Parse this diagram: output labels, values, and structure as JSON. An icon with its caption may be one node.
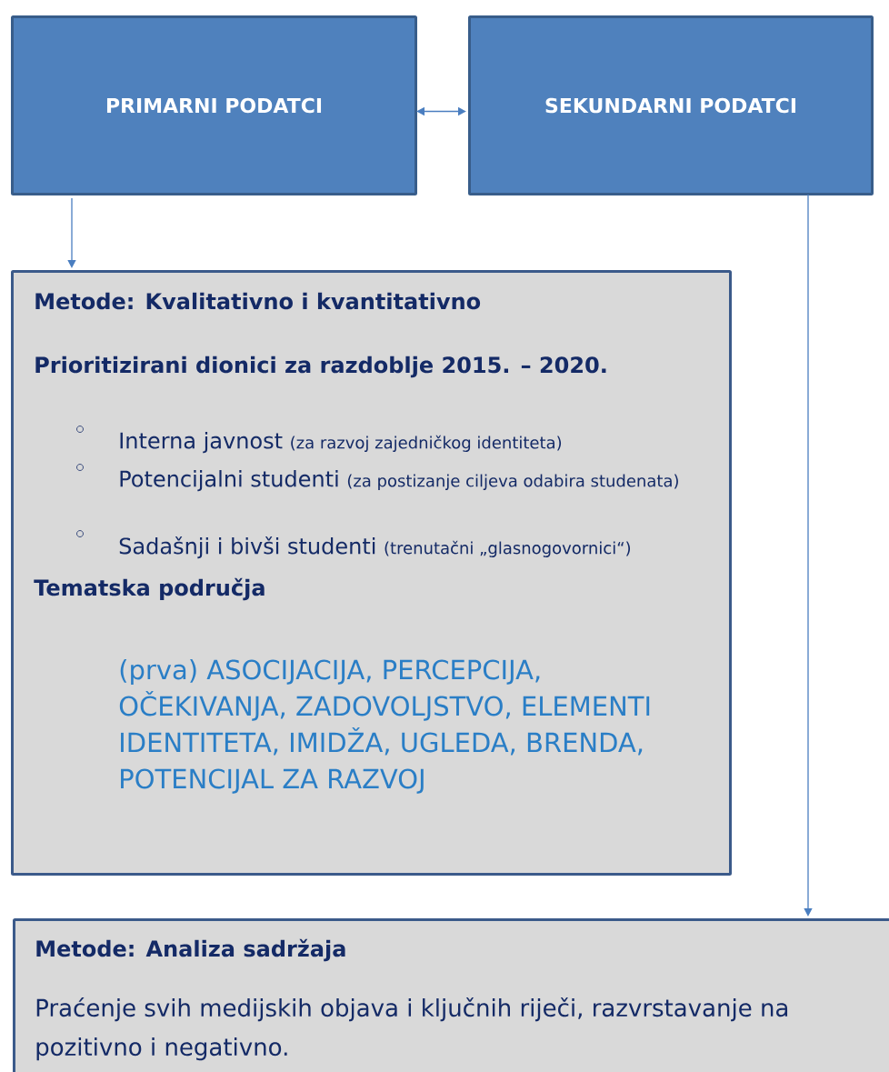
{
  "diagram": {
    "nodes": [
      {
        "text": [
          "PRIMARNI PODATCI"
        ]
      },
      {
        "text": [
          "SEKUNDARNI PODATCI"
        ]
      },
      {
        "text": [
          "Metode: Kvalitativno i kvantitativno",
          "Prioritizirani dionici za razdoblje 2015. – 2020.",
          "Interna javnost",
          "(za razvoj zajedničkog identiteta)",
          "Potencijalni studenti",
          "(za postizanje ciljeva odabira studenata)",
          "Sadašnji i bivši studenti",
          "(trenutačni „glasnogovornici“)",
          "Tematska područja",
          "(prva) ASOCIJACIJA, PERCEPCIJA, OČEKIVANJA, ZADOVOLJSTVO, ELEMENTI IDENTITETA, IMIDŽA, UGLEDA, BRENDA, POTENCIJAL ZA RAZVOJ"
        ]
      },
      {
        "text": [
          "Metode: Analiza sadržaja",
          "Praćenje svih medijskih objava i ključnih riječi, razvrstavanje na pozitivno i negativno."
        ]
      }
    ],
    "edges": [
      {
        "from": 0,
        "to": 1,
        "arrow": "both"
      },
      {
        "from": 0,
        "to": 2,
        "arrow": "to"
      },
      {
        "from": 1,
        "to": 3,
        "arrow": "to"
      }
    ]
  }
}
